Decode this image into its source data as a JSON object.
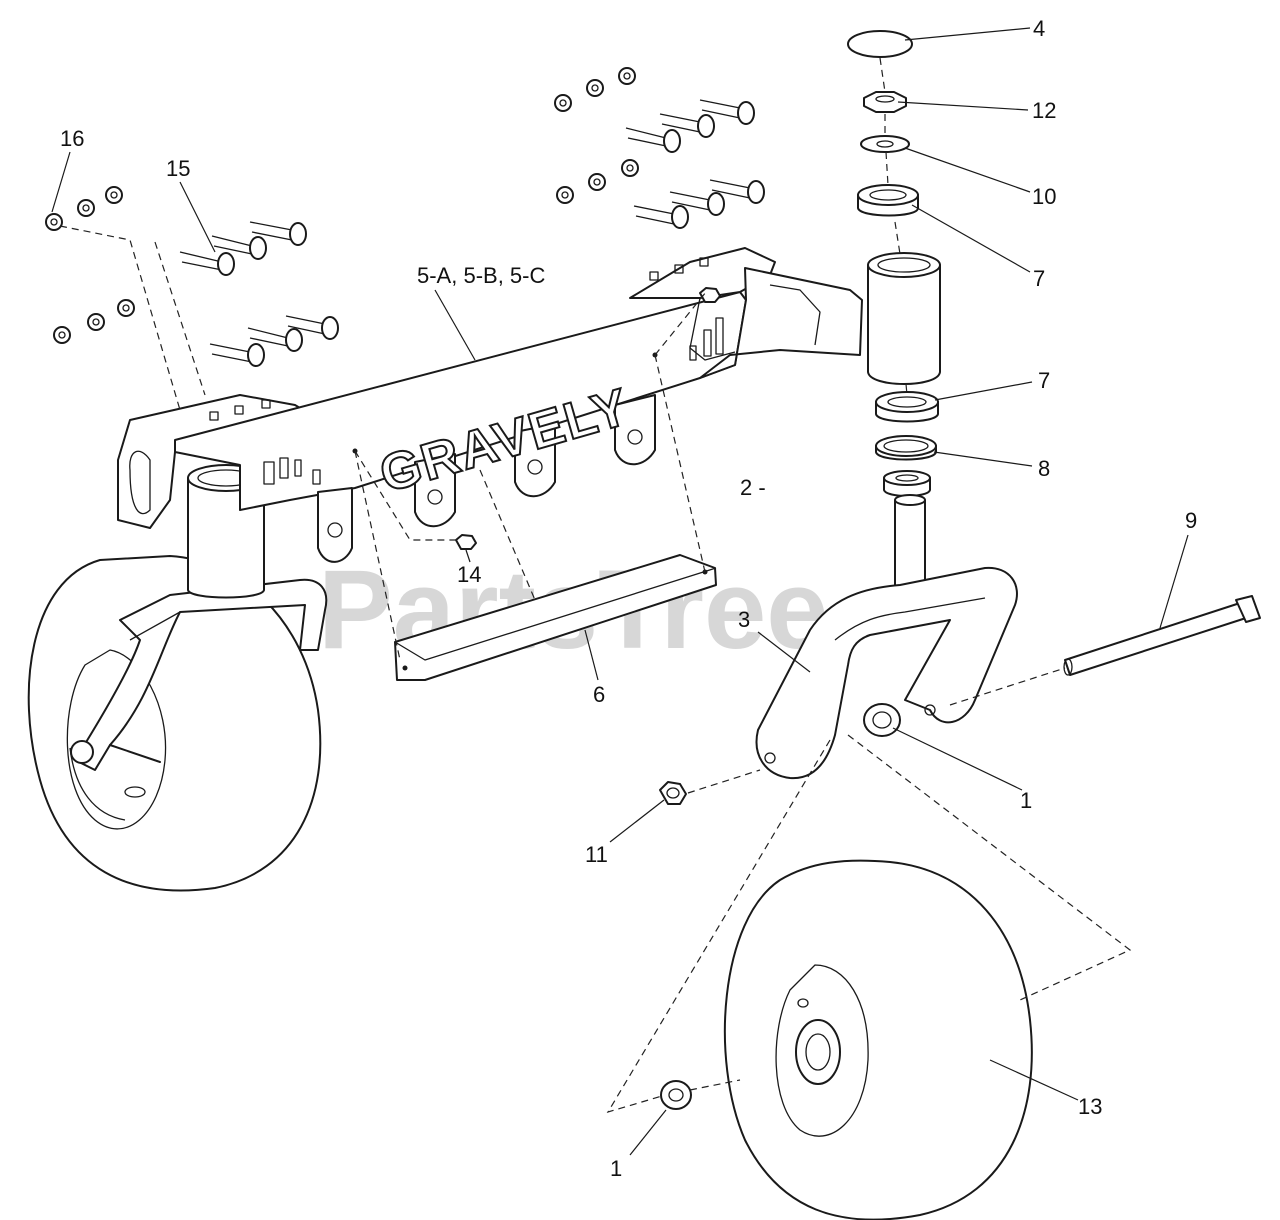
{
  "diagram": {
    "watermark": "PartsTree",
    "brand_text": "GRAVELY",
    "line_color": "#1a1a1a",
    "watermark_color": "#c9c9c9",
    "callouts": {
      "c1a": "1",
      "c1b": "1",
      "c2": "2 -",
      "c3": "3",
      "c4": "4",
      "c5": "5-A, 5-B, 5-C",
      "c6": "6",
      "c7a": "7",
      "c7b": "7",
      "c8": "8",
      "c9": "9",
      "c10": "10",
      "c11": "11",
      "c12": "12",
      "c13": "13",
      "c14": "14",
      "c15": "15",
      "c16": "16"
    }
  }
}
